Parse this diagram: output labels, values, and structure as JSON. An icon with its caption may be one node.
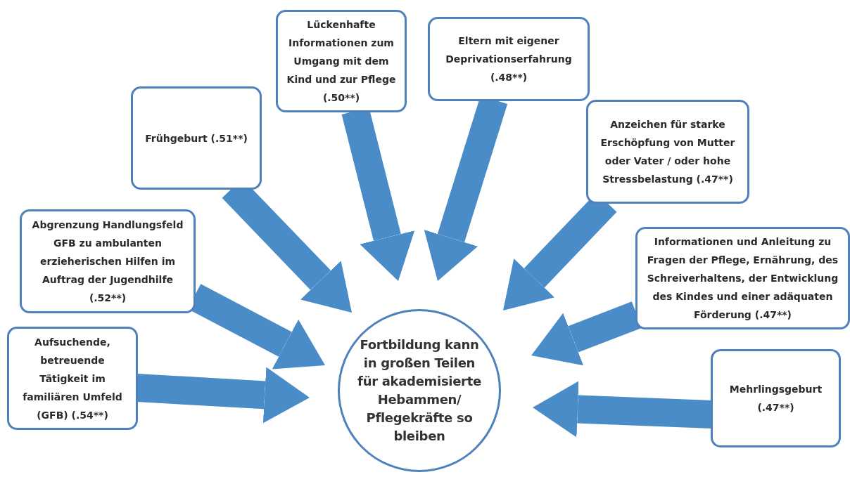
{
  "diagram": {
    "nodes": [
      {
        "text": [
          "Aufsuchende, betreuende Tätigkeit im familiären Umfeld (GFB) (.54**)"
        ]
      },
      {
        "text": [
          "Abgrenzung Handlungsfeld GFB zu ambulanten erzieherischen Hilfen im Auftrag der Jugendhilfe (.52**)"
        ]
      },
      {
        "text": [
          "Frühgeburt (.51**)"
        ]
      },
      {
        "text": [
          "Lückenhafte Informationen zum Umgang mit dem Kind und zur Pflege (.50**)"
        ]
      },
      {
        "text": [
          "Eltern mit eigener Deprivationserfahrung (.48**)"
        ]
      },
      {
        "text": [
          "Anzeichen für starke Erschöpfung von Mutter oder Vater / oder hohe Stressbelastung (.47**)"
        ]
      },
      {
        "text": [
          "Informationen und Anleitung zu Fragen der Pflege, Ernährung, des Schreiverhaltens, der Entwicklung des Kindes und einer adäquaten Förderung (.47**)"
        ]
      },
      {
        "text": [
          "Mehrlingsgeburt (.47**)"
        ]
      },
      {
        "text": [
          "Fortbildung kann in großen Teilen für akademisierte Hebammen/ Pflegekräfte so bleiben"
        ]
      }
    ],
    "edges": [
      {
        "from": 0,
        "to": 8,
        "arrow": "to"
      },
      {
        "from": 1,
        "to": 8,
        "arrow": "to"
      },
      {
        "from": 2,
        "to": 8,
        "arrow": "to"
      },
      {
        "from": 3,
        "to": 8,
        "arrow": "to"
      },
      {
        "from": 4,
        "to": 8,
        "arrow": "to"
      },
      {
        "from": 5,
        "to": 8,
        "arrow": "to"
      },
      {
        "from": 6,
        "to": 8,
        "arrow": "to"
      },
      {
        "from": 7,
        "to": 8,
        "arrow": "to"
      }
    ]
  }
}
